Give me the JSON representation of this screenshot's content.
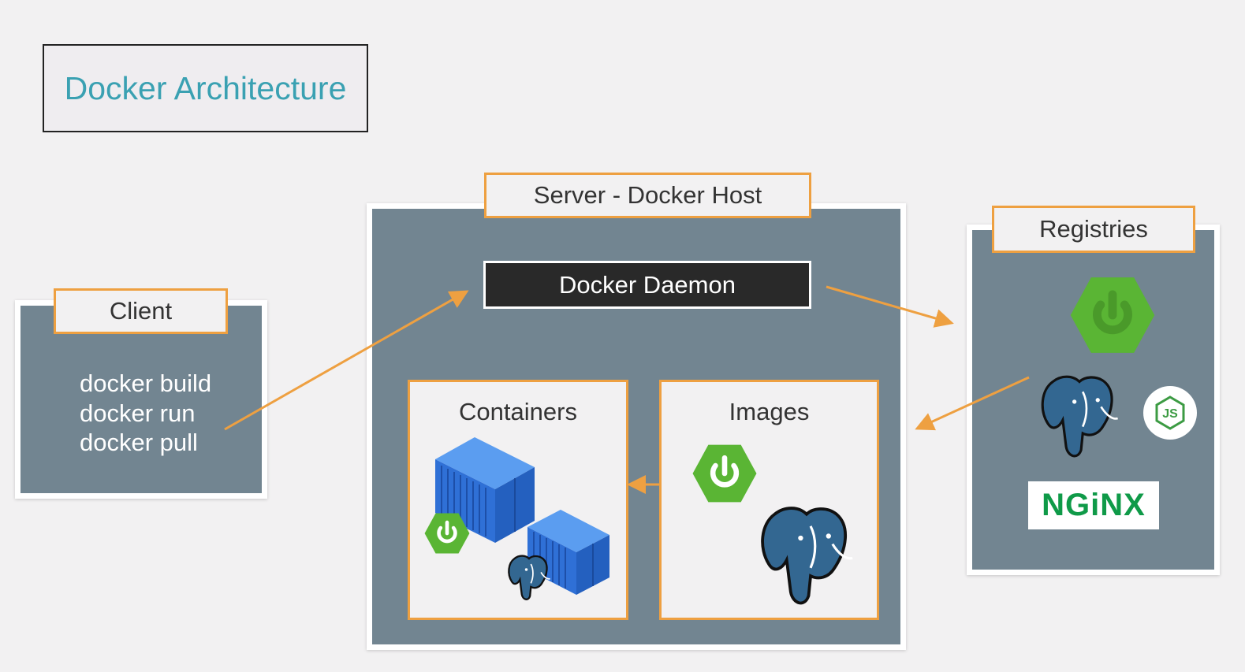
{
  "title": "Docker Architecture",
  "client": {
    "label": "Client",
    "commands": [
      "docker build",
      "docker run",
      "docker pull"
    ]
  },
  "host": {
    "label": "Server - Docker Host",
    "daemon": "Docker Daemon",
    "containers_label": "Containers",
    "images_label": "Images"
  },
  "registries": {
    "label": "Registries",
    "nginx_text": "NGiNX",
    "icons": [
      "spring-icon",
      "postgresql-icon",
      "nodejs-icon",
      "nginx-logo"
    ]
  },
  "colors": {
    "accent_orange": "#eea041",
    "panel_gray": "#728591",
    "title_teal": "#3aa1b2",
    "spring_green": "#5ab534",
    "container_blue": "#3a7fe0",
    "postgres_blue": "#336791"
  }
}
